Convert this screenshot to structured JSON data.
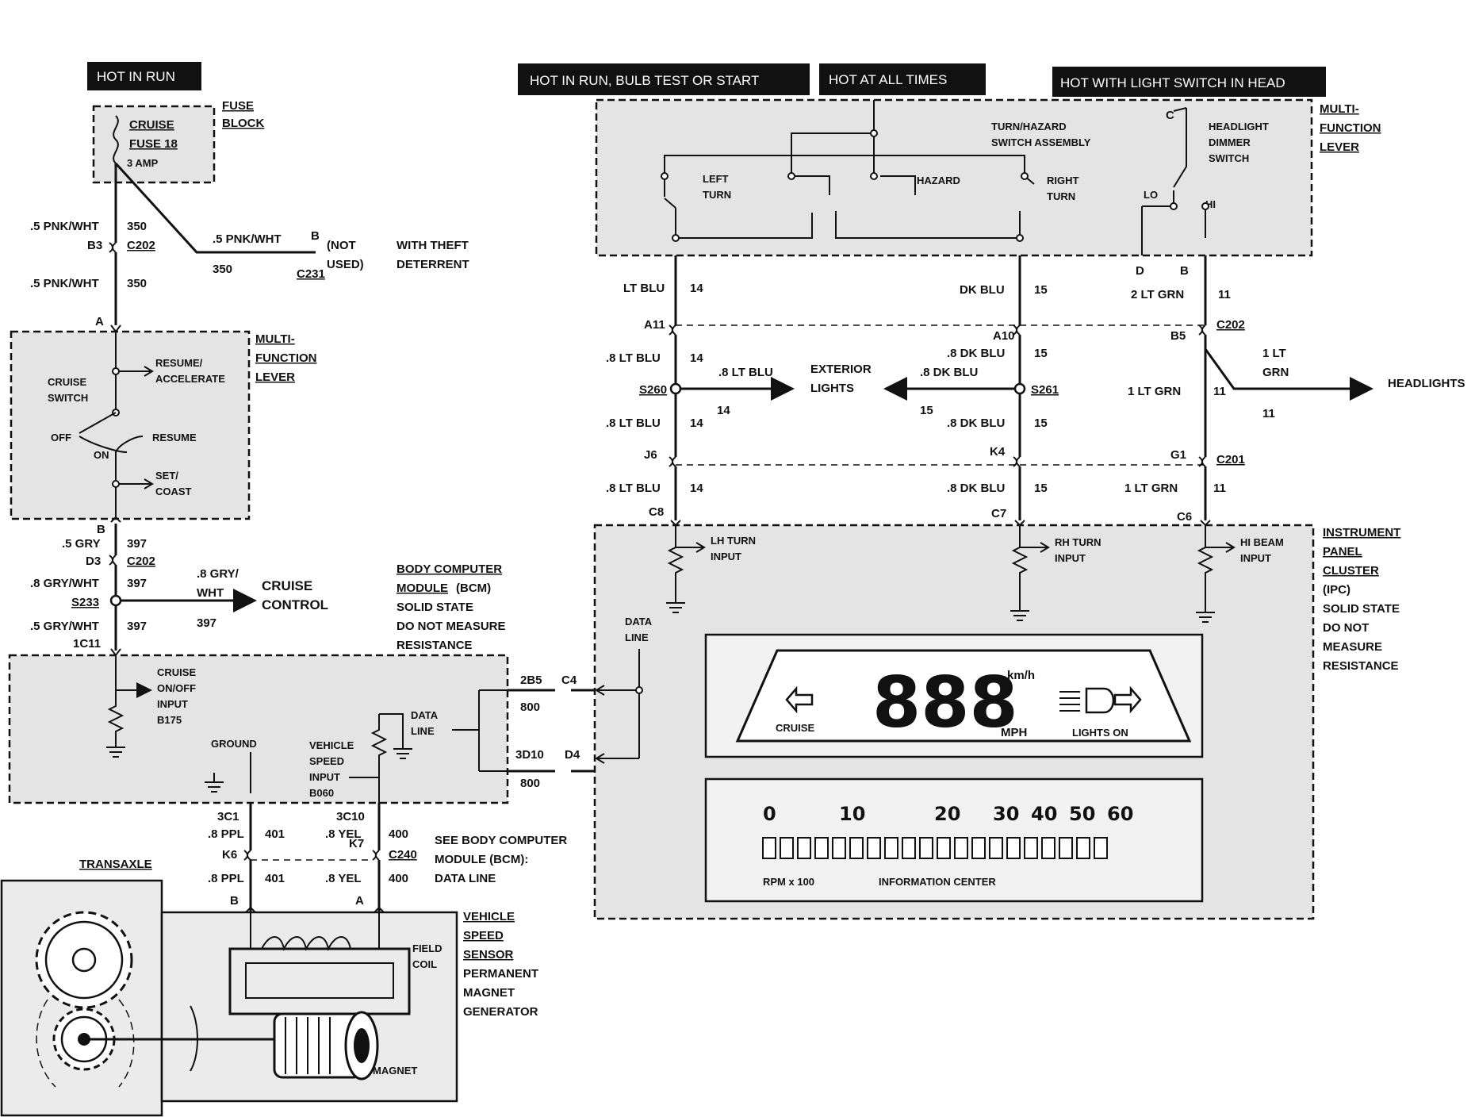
{
  "headers": {
    "hot_run": "HOT IN RUN",
    "hot_run_bulb": "HOT IN RUN, BULB TEST OR START",
    "hot_all": "HOT AT ALL TIMES",
    "hot_light": "HOT WITH LIGHT SWITCH IN HEAD"
  },
  "fuse_block": {
    "title1": "FUSE",
    "title2": "BLOCK",
    "cruise": "CRUISE",
    "fuse": "FUSE 18",
    "amp": "3 AMP"
  },
  "theft": {
    "wire_top": ".5 PNK/WHT",
    "pin": "B",
    "circuit": "350",
    "conn": "C231",
    "not_used1": "(NOT",
    "not_used2": "USED)",
    "with1": "WITH THEFT",
    "with2": "DETERRENT"
  },
  "left_wires": {
    "w1": ".5 PNK/WHT",
    "c1": "350",
    "b3": "B3",
    "c202a": "C202",
    "w2": ".5 PNK/WHT",
    "c2": "350",
    "a": "A",
    "b": "B",
    "w3": ".5 GRY",
    "c3": "397",
    "d3": "D3",
    "c202b": "C202",
    "w4": ".8 GRY/WHT",
    "c4": "397",
    "s233": "S233",
    "w5": ".5 GRY/WHT",
    "c5": "397",
    "p1c11": "1C11",
    "cc_wire1": ".8 GRY/",
    "cc_wire2": "WHT",
    "cc_c": "397",
    "cc1": "CRUISE",
    "cc2": "CONTROL"
  },
  "mf_lever_left": {
    "t1": "MULTI-",
    "t2": "FUNCTION",
    "t3": "LEVER",
    "cruise1": "CRUISE",
    "cruise2": "SWITCH",
    "resume1": "RESUME/",
    "resume2": "ACCELERATE",
    "off": "OFF",
    "on": "ON",
    "resume": "RESUME",
    "set1": "SET/",
    "set2": "COAST"
  },
  "bcm": {
    "t1": "BODY COMPUTER",
    "t2": "MODULE",
    "t2b": "(BCM)",
    "t3": "SOLID STATE",
    "t4": "DO NOT MEASURE",
    "t5": "RESISTANCE",
    "in1": "CRUISE",
    "in2": "ON/OFF",
    "in3": "INPUT",
    "in4": "B175",
    "ground": "GROUND",
    "vs1": "VEHICLE",
    "vs2": "SPEED",
    "vs3": "INPUT",
    "vs4": "B060",
    "dl1": "DATA",
    "dl2": "LINE",
    "p2b5": "2B5",
    "p800a": "800",
    "c4": "C4",
    "p3d10": "3D10",
    "p800b": "800",
    "d4": "D4"
  },
  "vss_wires": {
    "p3c1": "3C1",
    "w1": ".8 PPL",
    "c1": "401",
    "p3c10": "3C10",
    "w2": ".8 YEL",
    "c2": "400",
    "k6": "K6",
    "k7": "K7",
    "c240": "C240",
    "w3": ".8 PPL",
    "c3": "401",
    "w4": ".8 YEL",
    "c4": "400",
    "b": "B",
    "a": "A",
    "see1": "SEE BODY COMPUTER",
    "see2": "MODULE (BCM):",
    "see3": "DATA LINE"
  },
  "vss": {
    "transaxle": "TRANSAXLE",
    "t1": "VEHICLE",
    "t2": "SPEED",
    "t3": "SENSOR",
    "t4": "PERMANENT",
    "t5": "MAGNET",
    "t6": "GENERATOR",
    "field1": "FIELD",
    "field2": "COIL",
    "magnet": "MAGNET"
  },
  "mf_lever_right": {
    "t1": "MULTI-",
    "t2": "FUNCTION",
    "t3": "LEVER",
    "th1": "TURN/HAZARD",
    "th2": "SWITCH ASSEMBLY",
    "left1": "LEFT",
    "left2": "TURN",
    "hazard": "HAZARD",
    "right1": "RIGHT",
    "right2": "TURN",
    "hd1": "HEADLIGHT",
    "hd2": "DIMMER",
    "hd3": "SWITCH",
    "c": "C",
    "lo": "LO",
    "hi": "HI",
    "d": "D",
    "b": "B"
  },
  "mid_wires": {
    "ltblu": "LT BLU",
    "n14": "14",
    "dkblu": "DK BLU",
    "n15": "15",
    "ltgrn2": "2 LT GRN",
    "n11": "11",
    "a11": "A11",
    "a10": "A10",
    "b5": "B5",
    "c202": "C202",
    "ltblu8": ".8 LT BLU",
    "dkblu8": ".8 DK BLU",
    "ltgrn1": "1 LT GRN",
    "lt1": "1 LT",
    "grn": "GRN",
    "s260": "S260",
    "s261": "S261",
    "ext1": "EXTERIOR",
    "ext2": "LIGHTS",
    "headlights": "HEADLIGHTS",
    "j6": "J6",
    "k4": "K4",
    "g1": "G1",
    "c201": "C201",
    "c8": "C8",
    "c7": "C7",
    "c6": "C6"
  },
  "ipc": {
    "t1": "INSTRUMENT",
    "t2": "PANEL",
    "t3": "CLUSTER",
    "t4": "(IPC)",
    "t5": "SOLID STATE",
    "t6": "DO NOT",
    "t7": "MEASURE",
    "t8": "RESISTANCE",
    "lh1": "LH TURN",
    "lh2": "INPUT",
    "rh1": "RH TURN",
    "rh2": "INPUT",
    "hi1": "HI BEAM",
    "hi2": "INPUT",
    "dl1": "DATA",
    "dl2": "LINE",
    "kmh": "km/h",
    "mph": "MPH",
    "cruise": "CRUISE",
    "lights": "LIGHTS ON",
    "digits": "888",
    "s0": "0",
    "s10": "10",
    "s20": "20",
    "s30": "30",
    "s40": "40",
    "s50": "50",
    "s60": "60",
    "rpm": "RPM x 100",
    "info": "INFORMATION  CENTER"
  }
}
